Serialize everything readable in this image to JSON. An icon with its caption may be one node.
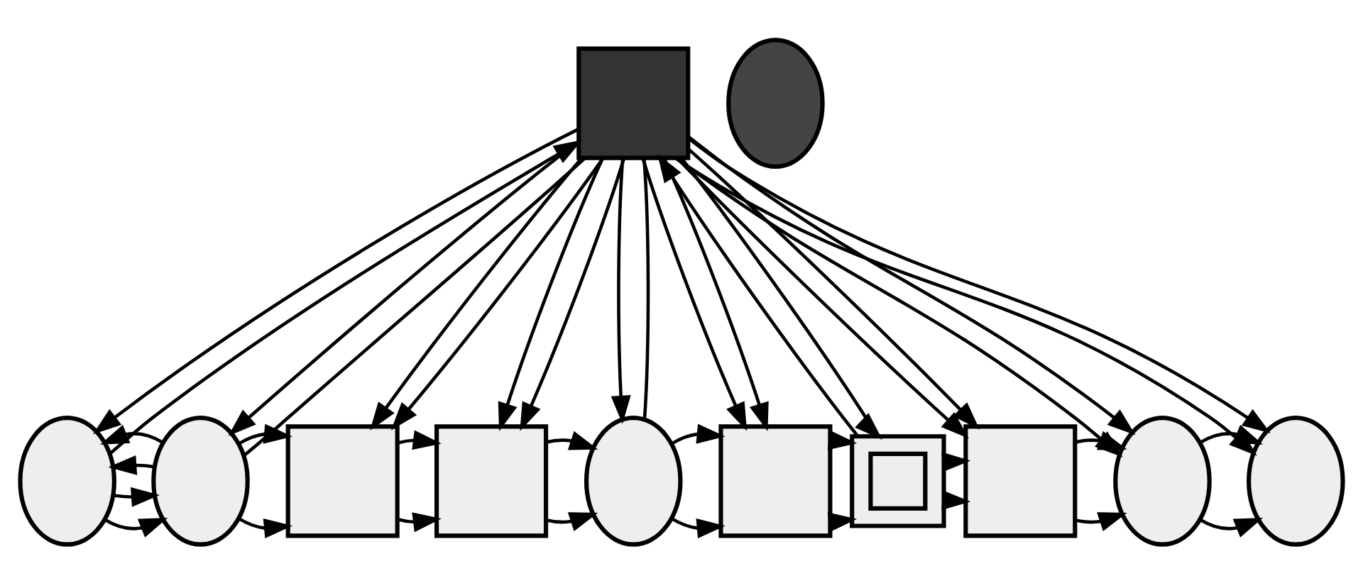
{
  "diagram": {
    "nodes": [
      {
        "text": [],
        "shape": "box"
      },
      {
        "text": [],
        "shape": "circle"
      },
      {
        "text": [],
        "shape": "ellipse"
      },
      {
        "text": [],
        "shape": "ellipse"
      },
      {
        "text": [],
        "shape": "box"
      },
      {
        "text": [],
        "shape": "box"
      },
      {
        "text": [],
        "shape": "ellipse"
      },
      {
        "text": [],
        "shape": "box"
      },
      {
        "text": [],
        "shape": "box"
      },
      {
        "text": [],
        "shape": "box",
        "in": 8
      },
      {
        "text": [],
        "shape": "box"
      },
      {
        "text": [],
        "shape": "ellipse"
      },
      {
        "text": [],
        "shape": "ellipse"
      }
    ],
    "edges": [
      {
        "from": 0,
        "to": 2,
        "arrow": "to"
      },
      {
        "from": 2,
        "to": 0,
        "arrow": "to"
      },
      {
        "from": 0,
        "to": 3,
        "arrow": "to"
      },
      {
        "from": 0,
        "to": 3,
        "arrow": "none"
      },
      {
        "from": 0,
        "to": 4,
        "arrow": "to"
      },
      {
        "from": 0,
        "to": 4,
        "arrow": "to"
      },
      {
        "from": 0,
        "to": 5,
        "arrow": "to"
      },
      {
        "from": 0,
        "to": 5,
        "arrow": "to"
      },
      {
        "from": 0,
        "to": 6,
        "arrow": "to"
      },
      {
        "from": 0,
        "to": 6,
        "arrow": "none"
      },
      {
        "from": 0,
        "to": 7,
        "arrow": "to"
      },
      {
        "from": 0,
        "to": 7,
        "arrow": "to"
      },
      {
        "from": 0,
        "to": 8,
        "arrow": "to"
      },
      {
        "from": 8,
        "to": 0,
        "arrow": "to"
      },
      {
        "from": 0,
        "to": 10,
        "arrow": "to"
      },
      {
        "from": 0,
        "to": 10,
        "arrow": "to"
      },
      {
        "from": 0,
        "to": 11,
        "arrow": "to"
      },
      {
        "from": 0,
        "to": 11,
        "arrow": "to"
      },
      {
        "from": 0,
        "to": 12,
        "arrow": "to"
      },
      {
        "from": 0,
        "to": 12,
        "arrow": "to"
      },
      {
        "from": 2,
        "to": 3,
        "arrow": "to"
      },
      {
        "from": 2,
        "to": 3,
        "arrow": "to"
      },
      {
        "from": 3,
        "to": 2,
        "arrow": "to"
      },
      {
        "from": 3,
        "to": 2,
        "arrow": "to"
      },
      {
        "from": 3,
        "to": 4,
        "arrow": "to"
      },
      {
        "from": 3,
        "to": 4,
        "arrow": "to"
      },
      {
        "from": 4,
        "to": 5,
        "arrow": "to"
      },
      {
        "from": 4,
        "to": 5,
        "arrow": "to"
      },
      {
        "from": 5,
        "to": 6,
        "arrow": "to"
      },
      {
        "from": 5,
        "to": 6,
        "arrow": "to"
      },
      {
        "from": 6,
        "to": 7,
        "arrow": "to"
      },
      {
        "from": 6,
        "to": 7,
        "arrow": "to"
      },
      {
        "from": 7,
        "to": 8,
        "arrow": "to"
      },
      {
        "from": 7,
        "to": 8,
        "arrow": "to"
      },
      {
        "from": 8,
        "to": 10,
        "arrow": "to"
      },
      {
        "from": 8,
        "to": 10,
        "arrow": "to"
      },
      {
        "from": 10,
        "to": 11,
        "arrow": "to"
      },
      {
        "from": 10,
        "to": 11,
        "arrow": "to"
      },
      {
        "from": 11,
        "to": 12,
        "arrow": "to"
      },
      {
        "from": 11,
        "to": 12,
        "arrow": "to"
      }
    ]
  }
}
